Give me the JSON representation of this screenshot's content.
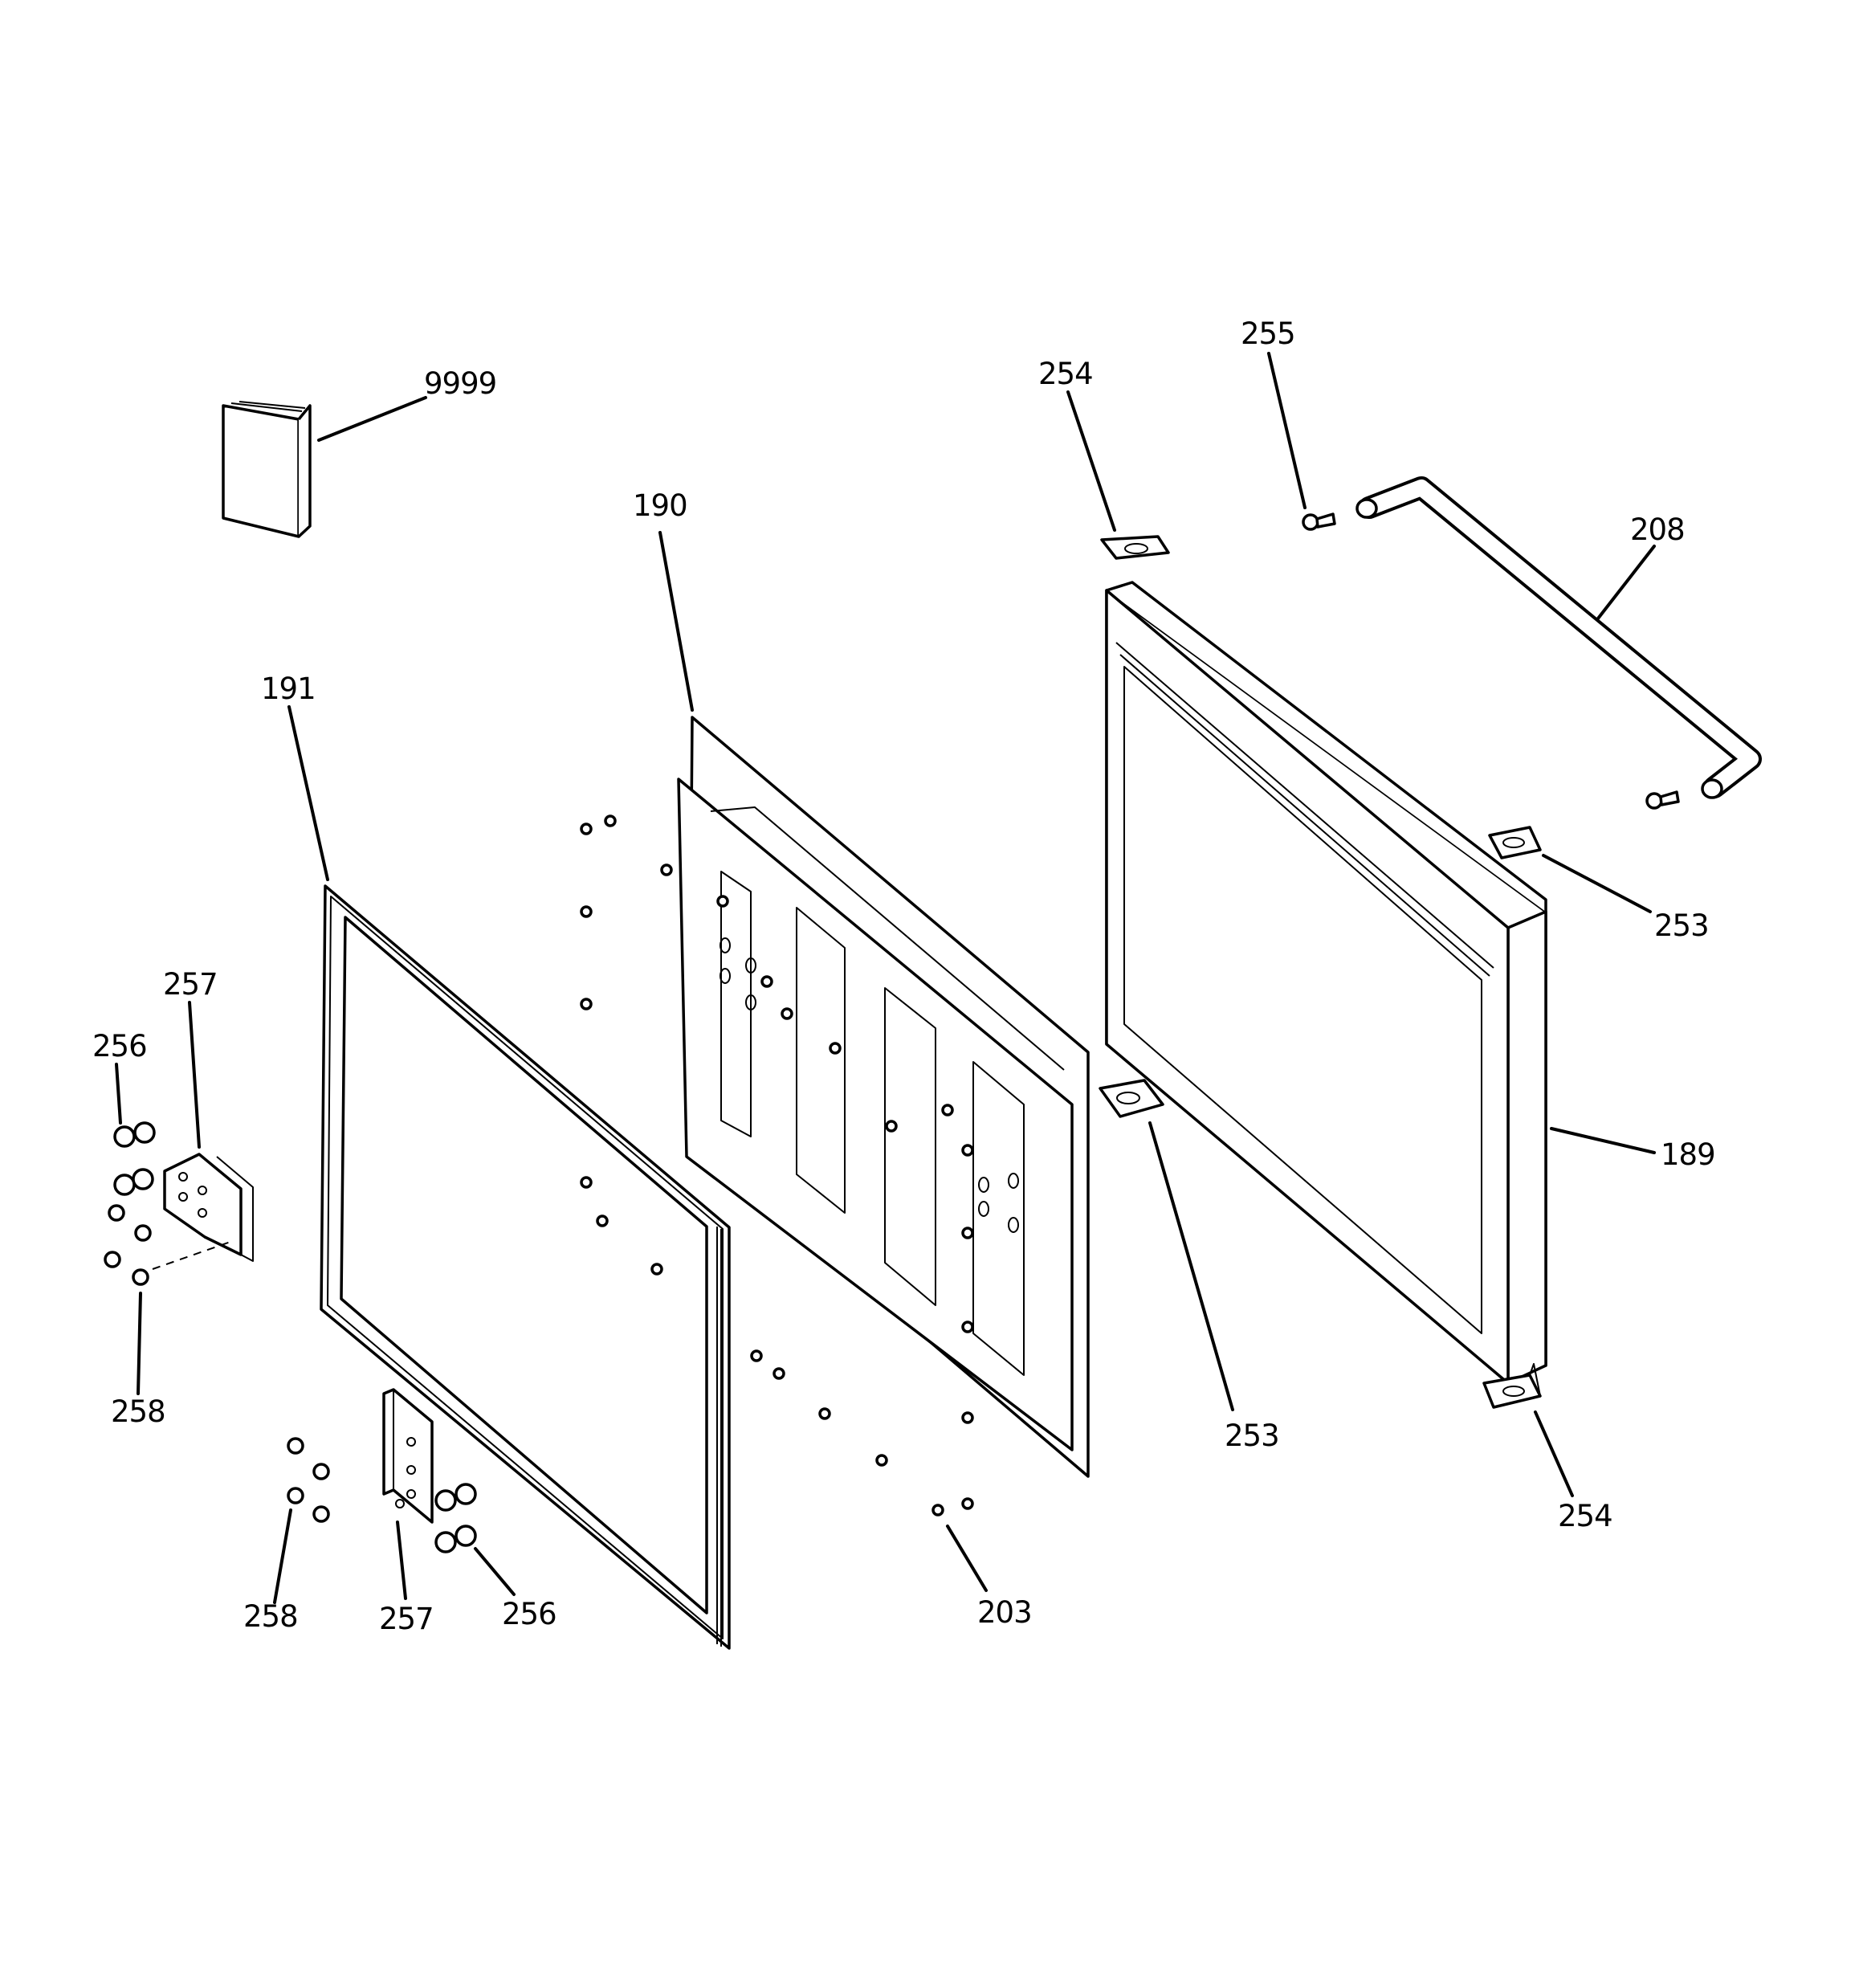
{
  "callouts": {
    "c9999": "9999",
    "c190": "190",
    "c191": "191",
    "c254_top": "254",
    "c255": "255",
    "c208": "208",
    "c253_right": "253",
    "c189": "189",
    "c253_mid": "253",
    "c254_bottom": "254",
    "c257_left": "257",
    "c256_left": "256",
    "c258_left": "258",
    "c258_bottom": "258",
    "c257_bottom": "257",
    "c256_bottom": "256",
    "c203": "203"
  }
}
